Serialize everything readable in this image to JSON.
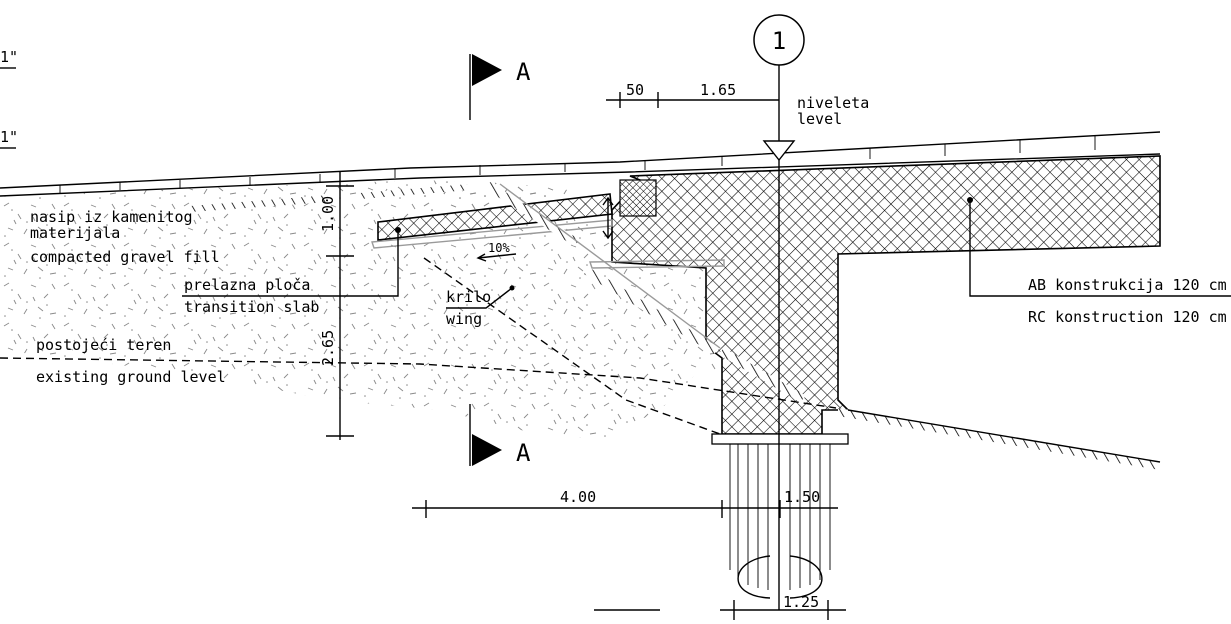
{
  "drawing": {
    "axis_number": "1",
    "section_letter": "A",
    "level_label": "niveleta",
    "level_label_en": "level",
    "fill_label_line1": "nasip iz kamenitog",
    "fill_label_line2": "materijala",
    "fill_label_en": "compacted gravel fill",
    "slab_label": "prelazna ploča",
    "slab_label_en": "transition slab",
    "slope": "10%",
    "wing_label": "krilo",
    "wing_label_en": "wing",
    "ground_label": "postojeći teren",
    "ground_label_en": "existing ground level",
    "structure_label": "AB konstrukcija  120 cm",
    "structure_label_en": "RC konstruction  120 cm",
    "left_marks": [
      "1\"",
      "1\""
    ],
    "dims": {
      "d50": "50",
      "d165": "1.65",
      "d100": "1.00",
      "d265": "2.65",
      "d400": "4.00",
      "d150": "1.50",
      "d125": "1.25"
    }
  },
  "colors": {
    "line": "#000000",
    "concrete_hatch": "#000000",
    "backfill_gray": "#9a9a9a"
  }
}
